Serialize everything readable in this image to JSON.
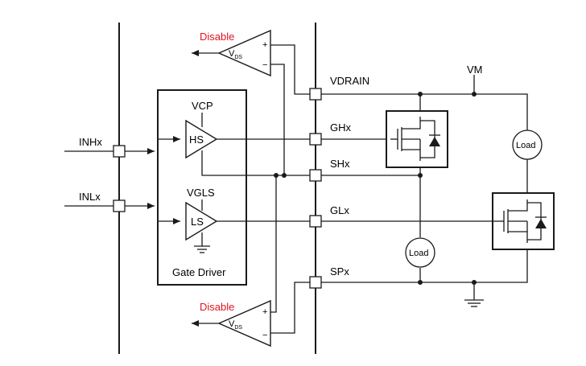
{
  "diagram": {
    "labels": {
      "vdrain": "VDRAIN",
      "ghx": "GHx",
      "shx": "SHx",
      "glx": "GLx",
      "spx": "SPx",
      "vm": "VM",
      "inhx": "INHx",
      "inlx": "INLx",
      "vcp": "VCP",
      "vgls": "VGLS",
      "gate_driver": "Gate Driver",
      "hs": "HS",
      "ls": "LS"
    },
    "comparator_top": {
      "disable": "Disable",
      "vds": "V",
      "vds_sub": "DS",
      "plus": "+",
      "minus": "−"
    },
    "comparator_bottom": {
      "disable": "Disable",
      "vds": "V",
      "vds_sub": "DS",
      "plus": "+",
      "minus": "−"
    },
    "loads": {
      "top": "Load",
      "bottom": "Load"
    },
    "colors": {
      "disable": "#e0141e",
      "wire": "#1a1a1a"
    }
  }
}
